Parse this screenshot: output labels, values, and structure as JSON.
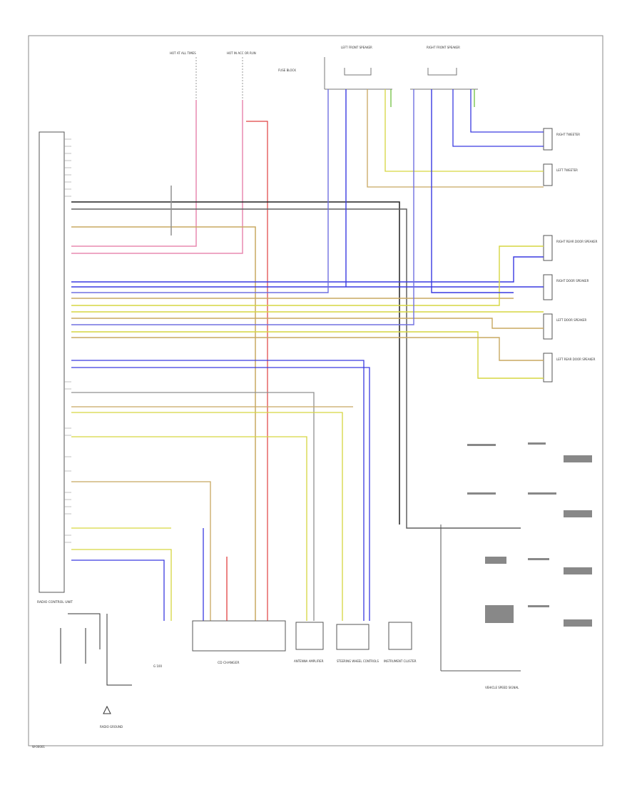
{
  "colors": {
    "border": "#8a8a8a",
    "wire_blue": "#3a3ae0",
    "wire_yellow": "#d6d640",
    "wire_pink": "#e88ab0",
    "wire_red": "#e04040",
    "wire_tan": "#c8a860",
    "wire_gray": "#909090",
    "wire_black": "#202020",
    "wire_green": "#70c040",
    "wire_violet": "#7070e0"
  },
  "labels": {
    "fuse_left": "HOT AT ALL TIMES",
    "fuse_right": "HOT IN ACC OR RUN",
    "fuse_note": "FUSE BLOCK",
    "left_front_speaker": "LEFT FRONT SPEAKER",
    "right_front_speaker": "RIGHT FRONT SPEAKER",
    "right_tweeter": "RIGHT TWEETER",
    "left_tweeter": "LEFT TWEETER",
    "right_rear_speaker": "RIGHT REAR DOOR SPEAKER",
    "right_front_door_speaker": "RIGHT DOOR SPEAKER",
    "left_door_speaker": "LEFT DOOR SPEAKER",
    "left_rear_door_speaker": "LEFT REAR DOOR SPEAKER",
    "radio_module": "RADIO CONTROL UNIT",
    "cd_changer": "CD CHANGER",
    "antenna_amp": "ANTENNA AMPLIFIER",
    "speed_signal": "VEHICLE SPEED SIGNAL",
    "instrument_cluster": "INSTRUMENT CLUSTER",
    "steering_controls": "STEERING WHEEL CONTROLS",
    "radio_ground": "RADIO GROUND",
    "ground": "G 100",
    "page_code": "W-00001"
  }
}
